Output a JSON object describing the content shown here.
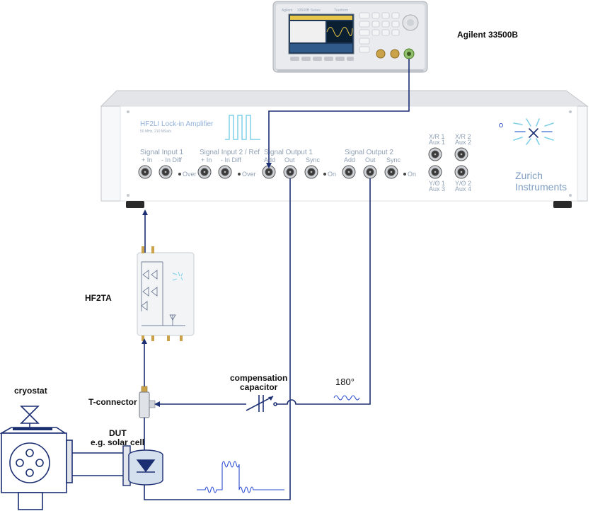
{
  "labels": {
    "generator": "Agilent 33500B",
    "ta": "HF2TA",
    "t_connector": "T-connector",
    "compensation_line1": "compensation",
    "compensation_line2": "capacitor",
    "phase": "180°",
    "cryostat": "cryostat",
    "dut_line1": "DUT",
    "dut_line2": "e.g. solar cell"
  },
  "lockin": {
    "title": "HF2LI Lock-in Amplifier",
    "subtitle": "50 MHz, 210 MSa/s",
    "brand_line1": "Zurich",
    "brand_line2": "Instruments",
    "sections": {
      "signal_input_1": "Signal Input 1",
      "signal_input_2": "Signal Input 2 / Ref",
      "signal_output_1": "Signal Output 1",
      "signal_output_2": "Signal Output 2"
    },
    "ports": {
      "in_plus": "+ In",
      "in_diff": "- In Diff",
      "add": "Add",
      "out": "Out",
      "sync": "Sync",
      "over": "Over",
      "on": "On"
    },
    "aux": {
      "xr1": "X/R 1",
      "aux1": "Aux 1",
      "xr2": "X/R 2",
      "aux2": "Aux 2",
      "yo1": "Y/Θ 1",
      "aux3": "Aux 3",
      "yo2": "Y/Θ 2",
      "aux4": "Aux 4"
    }
  },
  "generator_screen": {
    "brand": "Agilent",
    "model": "33500B Series",
    "waveform": "Trueform"
  }
}
